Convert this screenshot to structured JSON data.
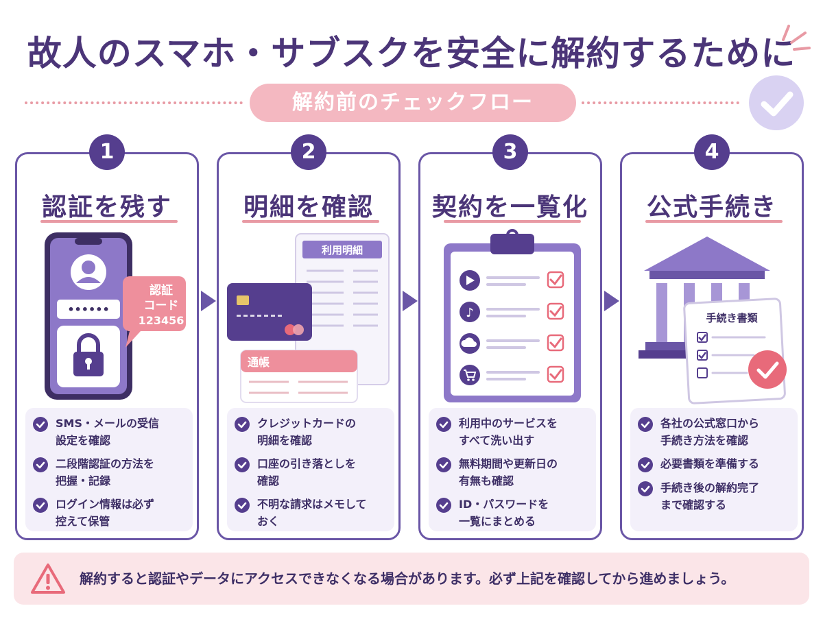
{
  "title": "故人のスマホ・サブスクを安全に解約するために",
  "subtitle": "解約前のチェックフロー",
  "colors": {
    "purple": "#553e8e",
    "pink": "#e89aa4",
    "light_purple": "#f3f0fa",
    "warn_bg": "#fbe5e8"
  },
  "steps": [
    {
      "number": "1",
      "title": "認証を残す",
      "illustration": {
        "password_mask": "••••••",
        "code_label_1": "認証",
        "code_label_2": "コード",
        "code_value": "123456",
        "icons": [
          "smartphone-icon",
          "user-icon",
          "lock-icon"
        ]
      },
      "bullets": [
        "SMS・メールの受信\n設定を確認",
        "二段階認証の方法を\n把握・記録",
        "ログイン情報は必ず\n控えて保管"
      ]
    },
    {
      "number": "2",
      "title": "明細を確認",
      "illustration": {
        "statement_label": "利用明細",
        "passbook_label": "通帳",
        "icons": [
          "credit-card-icon",
          "statement-icon",
          "passbook-icon"
        ]
      },
      "bullets": [
        "クレジットカードの\n明細を確認",
        "口座の引き落としを\n確認",
        "不明な請求はメモして\nおく"
      ]
    },
    {
      "number": "3",
      "title": "契約を一覧化",
      "illustration": {
        "icons": [
          "play-icon",
          "music-icon",
          "cloud-icon",
          "cart-icon"
        ]
      },
      "bullets": [
        "利用中のサービスを\nすべて洗い出す",
        "無料期間や更新日の\n有無も確認",
        "ID・パスワードを\n一覧にまとめる"
      ]
    },
    {
      "number": "4",
      "title": "公式手続き",
      "illustration": {
        "document_label": "手続き書類",
        "icons": [
          "bank-icon",
          "document-icon",
          "check-circle-icon"
        ]
      },
      "bullets": [
        "各社の公式窓口から\n手続き方法を確認",
        "必要書類を準備する",
        "手続き後の解約完了\nまで確認する"
      ]
    }
  ],
  "warning": "解約すると認証やデータにアクセスできなくなる場合があります。必ず上記を確認してから進めましょう。"
}
